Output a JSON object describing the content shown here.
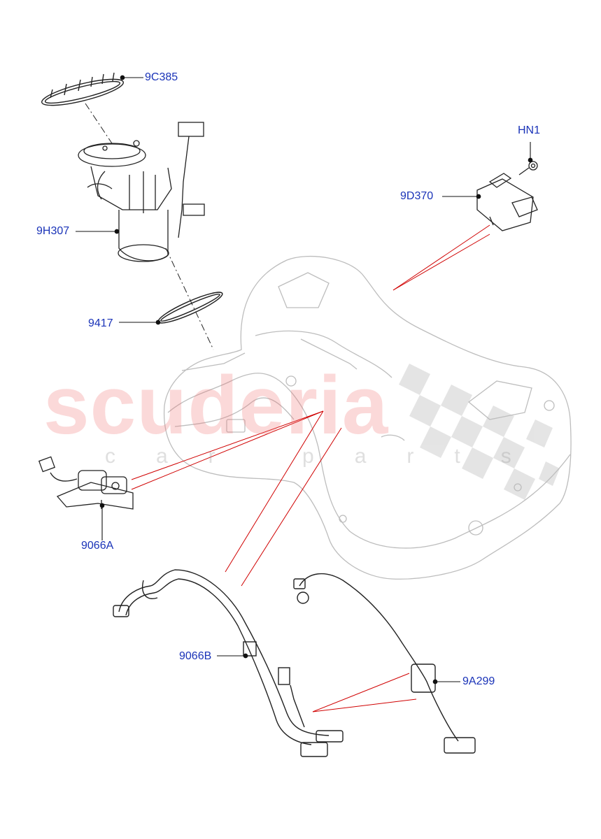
{
  "watermark": {
    "brand": "scuderia",
    "tagline": "car parts"
  },
  "callouts": [
    {
      "id": "9C385",
      "label": "9C385"
    },
    {
      "id": "HN1",
      "label": "HN1"
    },
    {
      "id": "9D370",
      "label": "9D370"
    },
    {
      "id": "9H307",
      "label": "9H307"
    },
    {
      "id": "9417",
      "label": "9417"
    },
    {
      "id": "9066A",
      "label": "9066A"
    },
    {
      "id": "9066B",
      "label": "9066B"
    },
    {
      "id": "9A299",
      "label": "9A299"
    }
  ],
  "colors": {
    "callout_text": "#1a33b8",
    "leader_red": "#d00000",
    "line_art": "#222222",
    "tank_ghost": "#c8c8c8"
  }
}
